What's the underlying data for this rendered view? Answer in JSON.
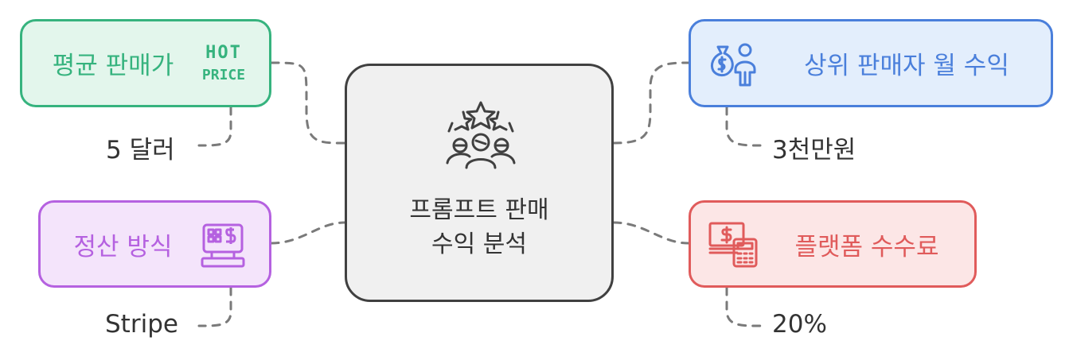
{
  "center": {
    "line1": "프롬프트 판매",
    "line2": "수익 분석",
    "icon": "stars-group-icon"
  },
  "nodes": {
    "avg_price": {
      "label": "평균 판매가",
      "value": "5 달러",
      "icon": "hot-price-icon",
      "icon_text_top": "HOT",
      "icon_text_bottom": "PRICE",
      "color": "#36b37e",
      "fill": "#e3f6ec"
    },
    "settlement": {
      "label": "정산 방식",
      "value": "Stripe",
      "icon": "pos-terminal-icon",
      "color": "#b561e0",
      "fill": "#f4e4fb"
    },
    "top_seller": {
      "label": "상위 판매자 월 수익",
      "value": "3천만원",
      "icon": "money-bag-person-icon",
      "color": "#4a7fdb",
      "fill": "#e3eefc"
    },
    "platform_fee": {
      "label": "플랫폼 수수료",
      "value": "20%",
      "icon": "money-calculator-icon",
      "color": "#e05b5b",
      "fill": "#fce6e6"
    }
  }
}
